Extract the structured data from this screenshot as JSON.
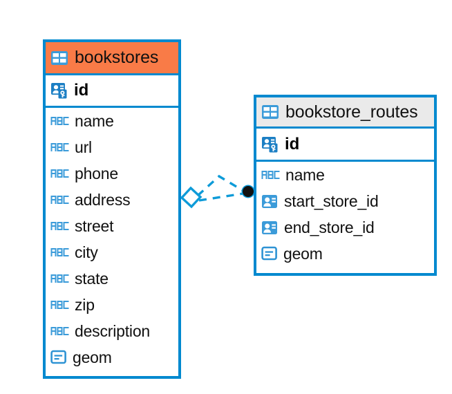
{
  "diagram": {
    "type": "er-diagram",
    "background": "#ffffff",
    "accent_color": "#0089CF",
    "highlight_color": "#F97B47",
    "header_gray": "#EAEAEA"
  },
  "tables": [
    {
      "name": "bookstores",
      "header_style": "orange",
      "primary_key": {
        "label": "id",
        "icon": "primary-key-icon"
      },
      "fields": [
        {
          "label": "name",
          "icon": "abc-text-icon"
        },
        {
          "label": "url",
          "icon": "abc-text-icon"
        },
        {
          "label": "phone",
          "icon": "abc-text-icon"
        },
        {
          "label": "address",
          "icon": "abc-text-icon"
        },
        {
          "label": "street",
          "icon": "abc-text-icon"
        },
        {
          "label": "city",
          "icon": "abc-text-icon"
        },
        {
          "label": "state",
          "icon": "abc-text-icon"
        },
        {
          "label": "zip",
          "icon": "abc-text-icon"
        },
        {
          "label": "description",
          "icon": "abc-text-icon"
        },
        {
          "label": "geom",
          "icon": "geometry-icon"
        }
      ]
    },
    {
      "name": "bookstore_routes",
      "header_style": "gray",
      "primary_key": {
        "label": "id",
        "icon": "primary-key-icon"
      },
      "fields": [
        {
          "label": "name",
          "icon": "abc-text-icon"
        },
        {
          "label": "start_store_id",
          "icon": "foreign-key-icon"
        },
        {
          "label": "end_store_id",
          "icon": "foreign-key-icon"
        },
        {
          "label": "geom",
          "icon": "geometry-icon"
        }
      ]
    }
  ],
  "relationship": {
    "style": "dashed",
    "color": "#0E9BD8",
    "source_marker": "diamond",
    "target_marker": "filled-circle",
    "target_marker_color": "#111111"
  }
}
